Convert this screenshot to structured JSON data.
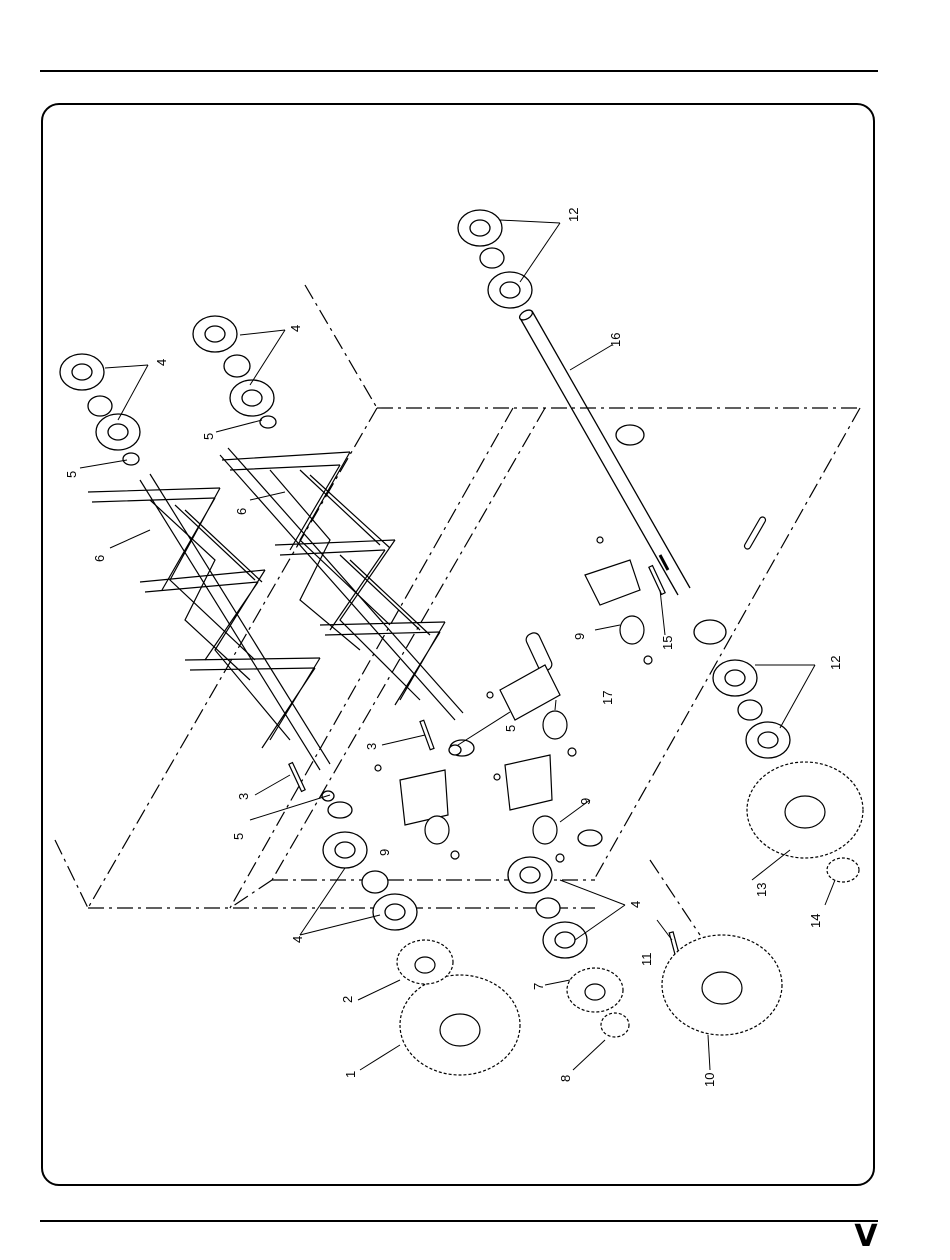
{
  "callouts": [
    "1",
    "2",
    "3",
    "4",
    "5",
    "6",
    "7",
    "8",
    "9",
    "10",
    "11",
    "12",
    "13",
    "14",
    "15",
    "16",
    "17"
  ],
  "page_mark": "V"
}
